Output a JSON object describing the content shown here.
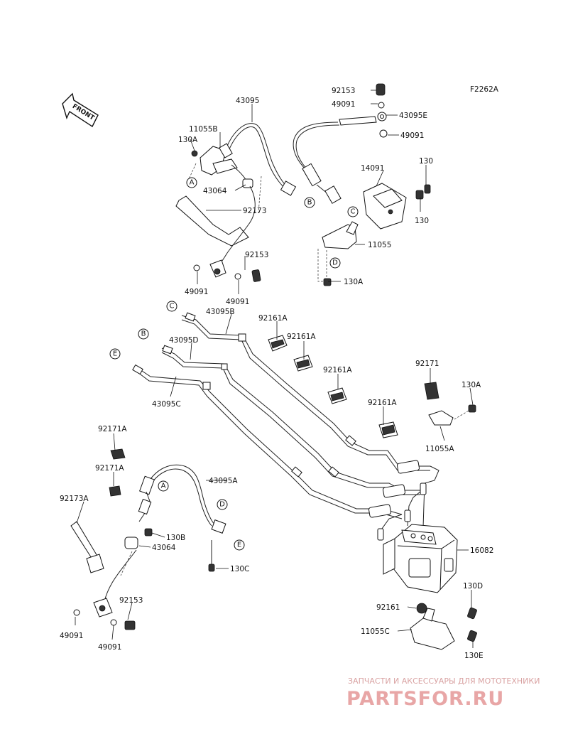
{
  "diagram_code": "F2262A",
  "front_arrow_text": "FRONT",
  "labels": {
    "l43095": "43095",
    "l11055B": "11055B",
    "l130A_1": "130A",
    "l43064_1": "43064",
    "l92173": "92173",
    "l92153_1": "92153",
    "l49091_1": "49091",
    "l49091_2": "49091",
    "l92153_2": "92153",
    "l49091_3": "49091",
    "l43095E": "43095E",
    "l49091_4": "49091",
    "l14091": "14091",
    "l130_1": "130",
    "l130_2": "130",
    "l11055": "11055",
    "l130A_2": "130A",
    "l43095B": "43095B",
    "l43095D": "43095D",
    "l43095C": "43095C",
    "l92161A_1": "92161A",
    "l92161A_2": "92161A",
    "l92161A_3": "92161A",
    "l92161A_4": "92161A",
    "l92171": "92171",
    "l130A_3": "130A",
    "l11055A": "11055A",
    "l92171A_1": "92171A",
    "l92171A_2": "92171A",
    "l43095A": "43095A",
    "l92173A": "92173A",
    "l130B": "130B",
    "l43064_2": "43064",
    "l130C": "130C",
    "l92153_3": "92153",
    "l49091_5": "49091",
    "l49091_6": "49091",
    "l16082": "16082",
    "l130D": "130D",
    "l92161": "92161",
    "l11055C": "11055C",
    "l130E": "130E"
  },
  "callouts": {
    "A1": "A",
    "B1": "B",
    "C1": "C",
    "D1": "D",
    "C2": "C",
    "B2": "B",
    "E2": "E",
    "A3": "A",
    "D3": "D",
    "E3": "E"
  },
  "watermark": {
    "top_line": "ЗАПЧАСТИ И АКСЕССУАРЫ ДЛЯ МОТОТЕХНИКИ",
    "brand": "PARTSFOR.RU"
  }
}
